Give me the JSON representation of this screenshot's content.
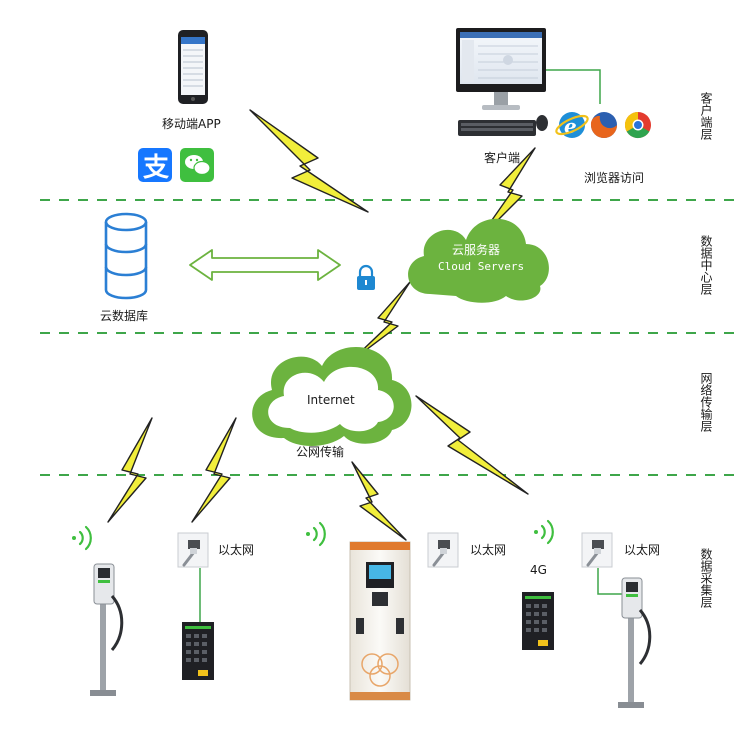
{
  "layers": {
    "client": "客户端层",
    "datacenter": "数据中心层",
    "network": "网络传输层",
    "collection": "数据采集层"
  },
  "nodes": {
    "mobile_app": "移动端APP",
    "client": "客户端",
    "browser": "浏览器访问",
    "cloud_servers_cn": "云服务器",
    "cloud_servers_en": "Cloud Servers",
    "cloud_db": "云数据库",
    "internet": "Internet",
    "public_net": "公网传输",
    "ethernet_1": "以太网",
    "ethernet_2": "以太网",
    "ethernet_3": "以太网",
    "net_4g": "4G"
  },
  "icons": {
    "alipay_glyph": "支"
  },
  "colors": {
    "cloud_green": "#6cb33f",
    "divider_green": "#3ea64a",
    "bolt_yellow": "#f1ee3b",
    "arrow_green": "#6cb33f",
    "lock_blue": "#1e88d1",
    "alipay_blue": "#1677ff",
    "wechat_green": "#3fbf3f",
    "db_blue": "#2b7fd4"
  }
}
